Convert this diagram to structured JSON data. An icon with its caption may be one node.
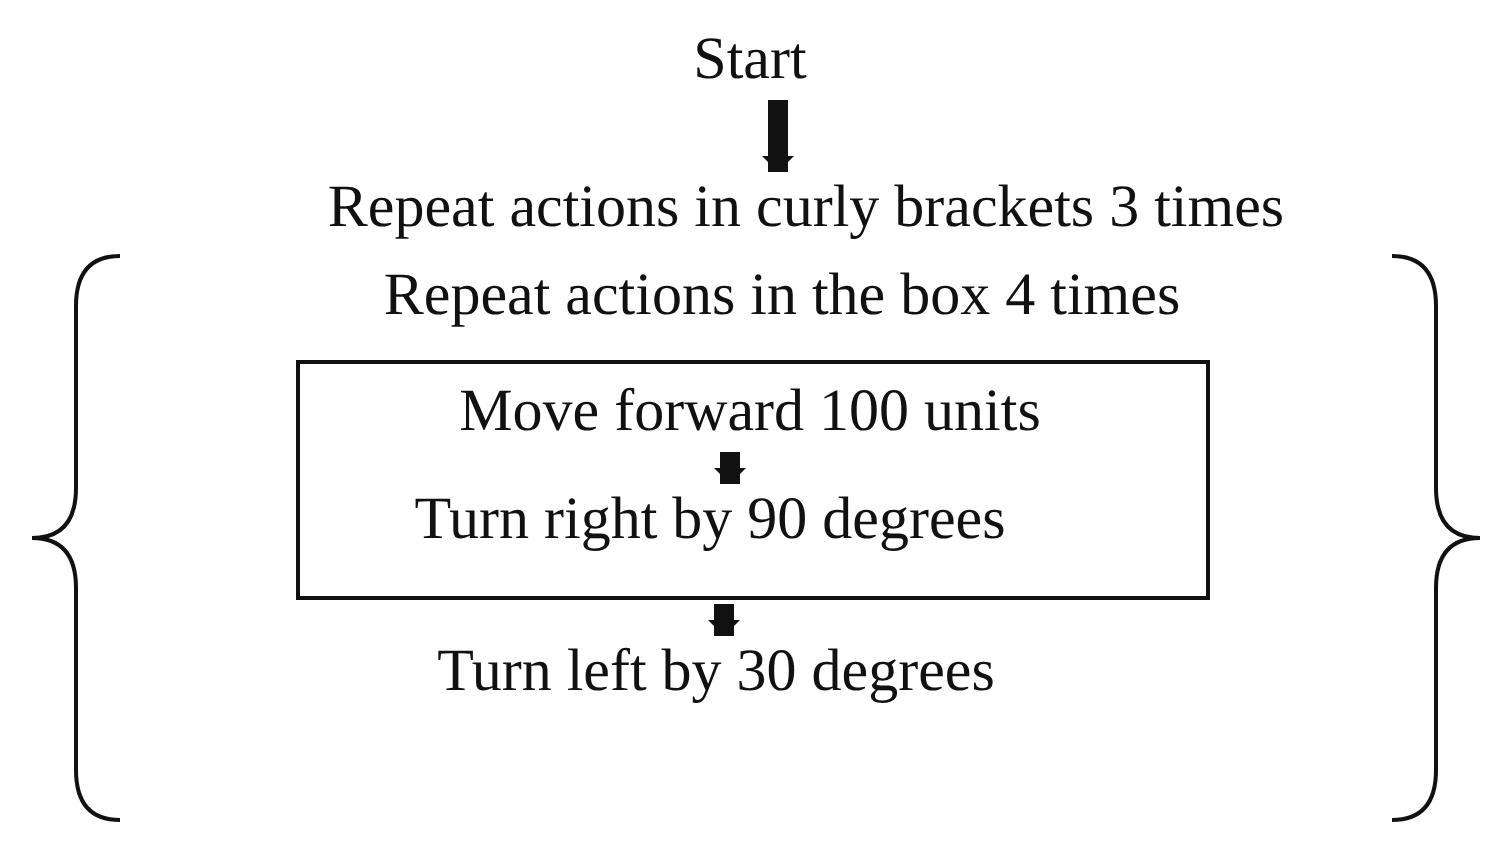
{
  "diagram": {
    "nodes": [
      {
        "text": [
          "Start"
        ]
      },
      {
        "text": [
          "Repeat actions in curly brackets 3 times"
        ]
      },
      {
        "text": [
          "Repeat actions in the box 4 times"
        ]
      },
      {
        "text": [],
        "shape": "box"
      },
      {
        "text": [
          "Move forward 100 units"
        ],
        "in": 3
      },
      {
        "text": [
          "Turn right by 90 degrees"
        ],
        "in": 3
      },
      {
        "text": [
          "Turn left by 30 degrees"
        ]
      }
    ],
    "edges": [
      {
        "from": 0,
        "to": 1,
        "arrow": "to"
      },
      {
        "from": 4,
        "to": 5,
        "arrow": "to"
      },
      {
        "from": 3,
        "to": 6,
        "arrow": "to"
      }
    ]
  }
}
